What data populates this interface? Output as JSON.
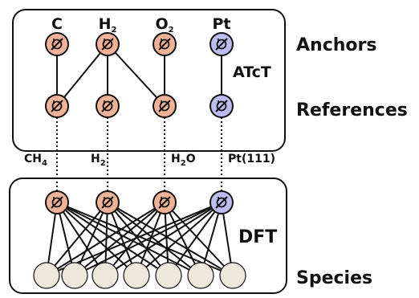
{
  "colors": {
    "orange_node": "#f2b297",
    "blue_node": "#bcbcee",
    "species_node": "#ece9dc",
    "stroke": "#111111",
    "box_fill": "#ffffff"
  },
  "icons": {
    "anchor_node": "no-sign-icon",
    "species_node": "circle-icon"
  },
  "top_labels": [
    {
      "base": "C",
      "sub": ""
    },
    {
      "base": "H",
      "sub": "2"
    },
    {
      "base": "O",
      "sub": "2"
    },
    {
      "base": "Pt",
      "sub": ""
    }
  ],
  "reference_labels": [
    {
      "base": "CH",
      "sub": "4",
      "tail": ""
    },
    {
      "base": "H",
      "sub": "2",
      "tail": ""
    },
    {
      "base": "H",
      "sub": "2",
      "tail": "O"
    },
    {
      "base": "Pt(111)",
      "sub": "",
      "tail": ""
    }
  ],
  "side_labels": {
    "anchors": "Anchors",
    "references": "References",
    "species": "Species"
  },
  "box_labels": {
    "atct": "ATcT",
    "dft": "DFT"
  }
}
